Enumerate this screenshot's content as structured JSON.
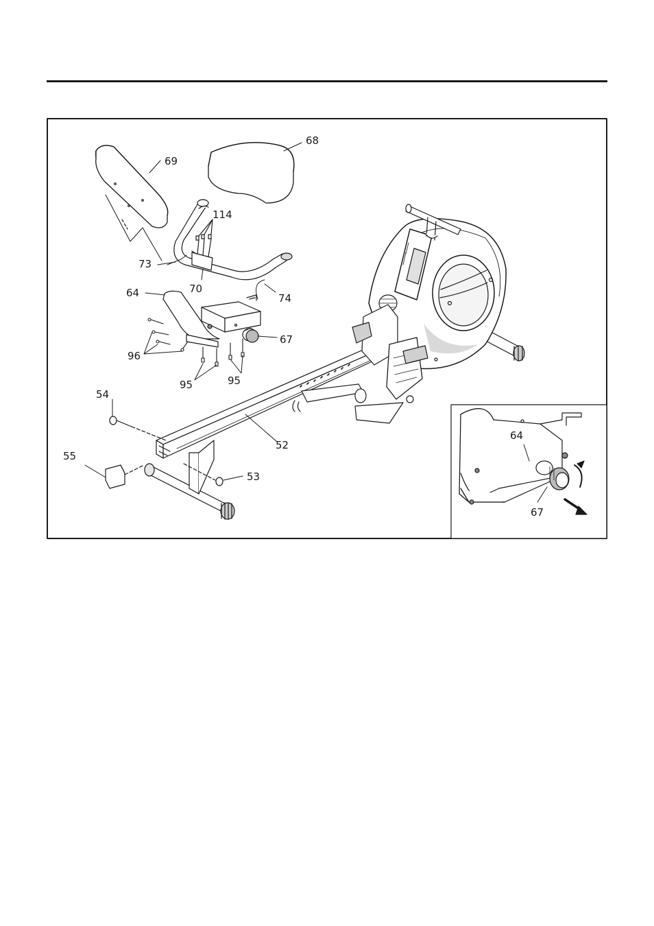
{
  "labels": {
    "p68": "68",
    "p69": "69",
    "p114": "114",
    "p73": "73",
    "p70": "70",
    "p74": "74",
    "p64": "64",
    "p67": "67",
    "p96": "96",
    "p95a": "95",
    "p95b": "95",
    "p54": "54",
    "p52": "52",
    "p55": "55",
    "p53": "53"
  },
  "inset": {
    "p64": "64",
    "p67": "67"
  },
  "colors": {
    "line": "#1a1a1a",
    "fill": "#ffffff",
    "shade": "#d9d9d9",
    "dark": "#555555"
  }
}
